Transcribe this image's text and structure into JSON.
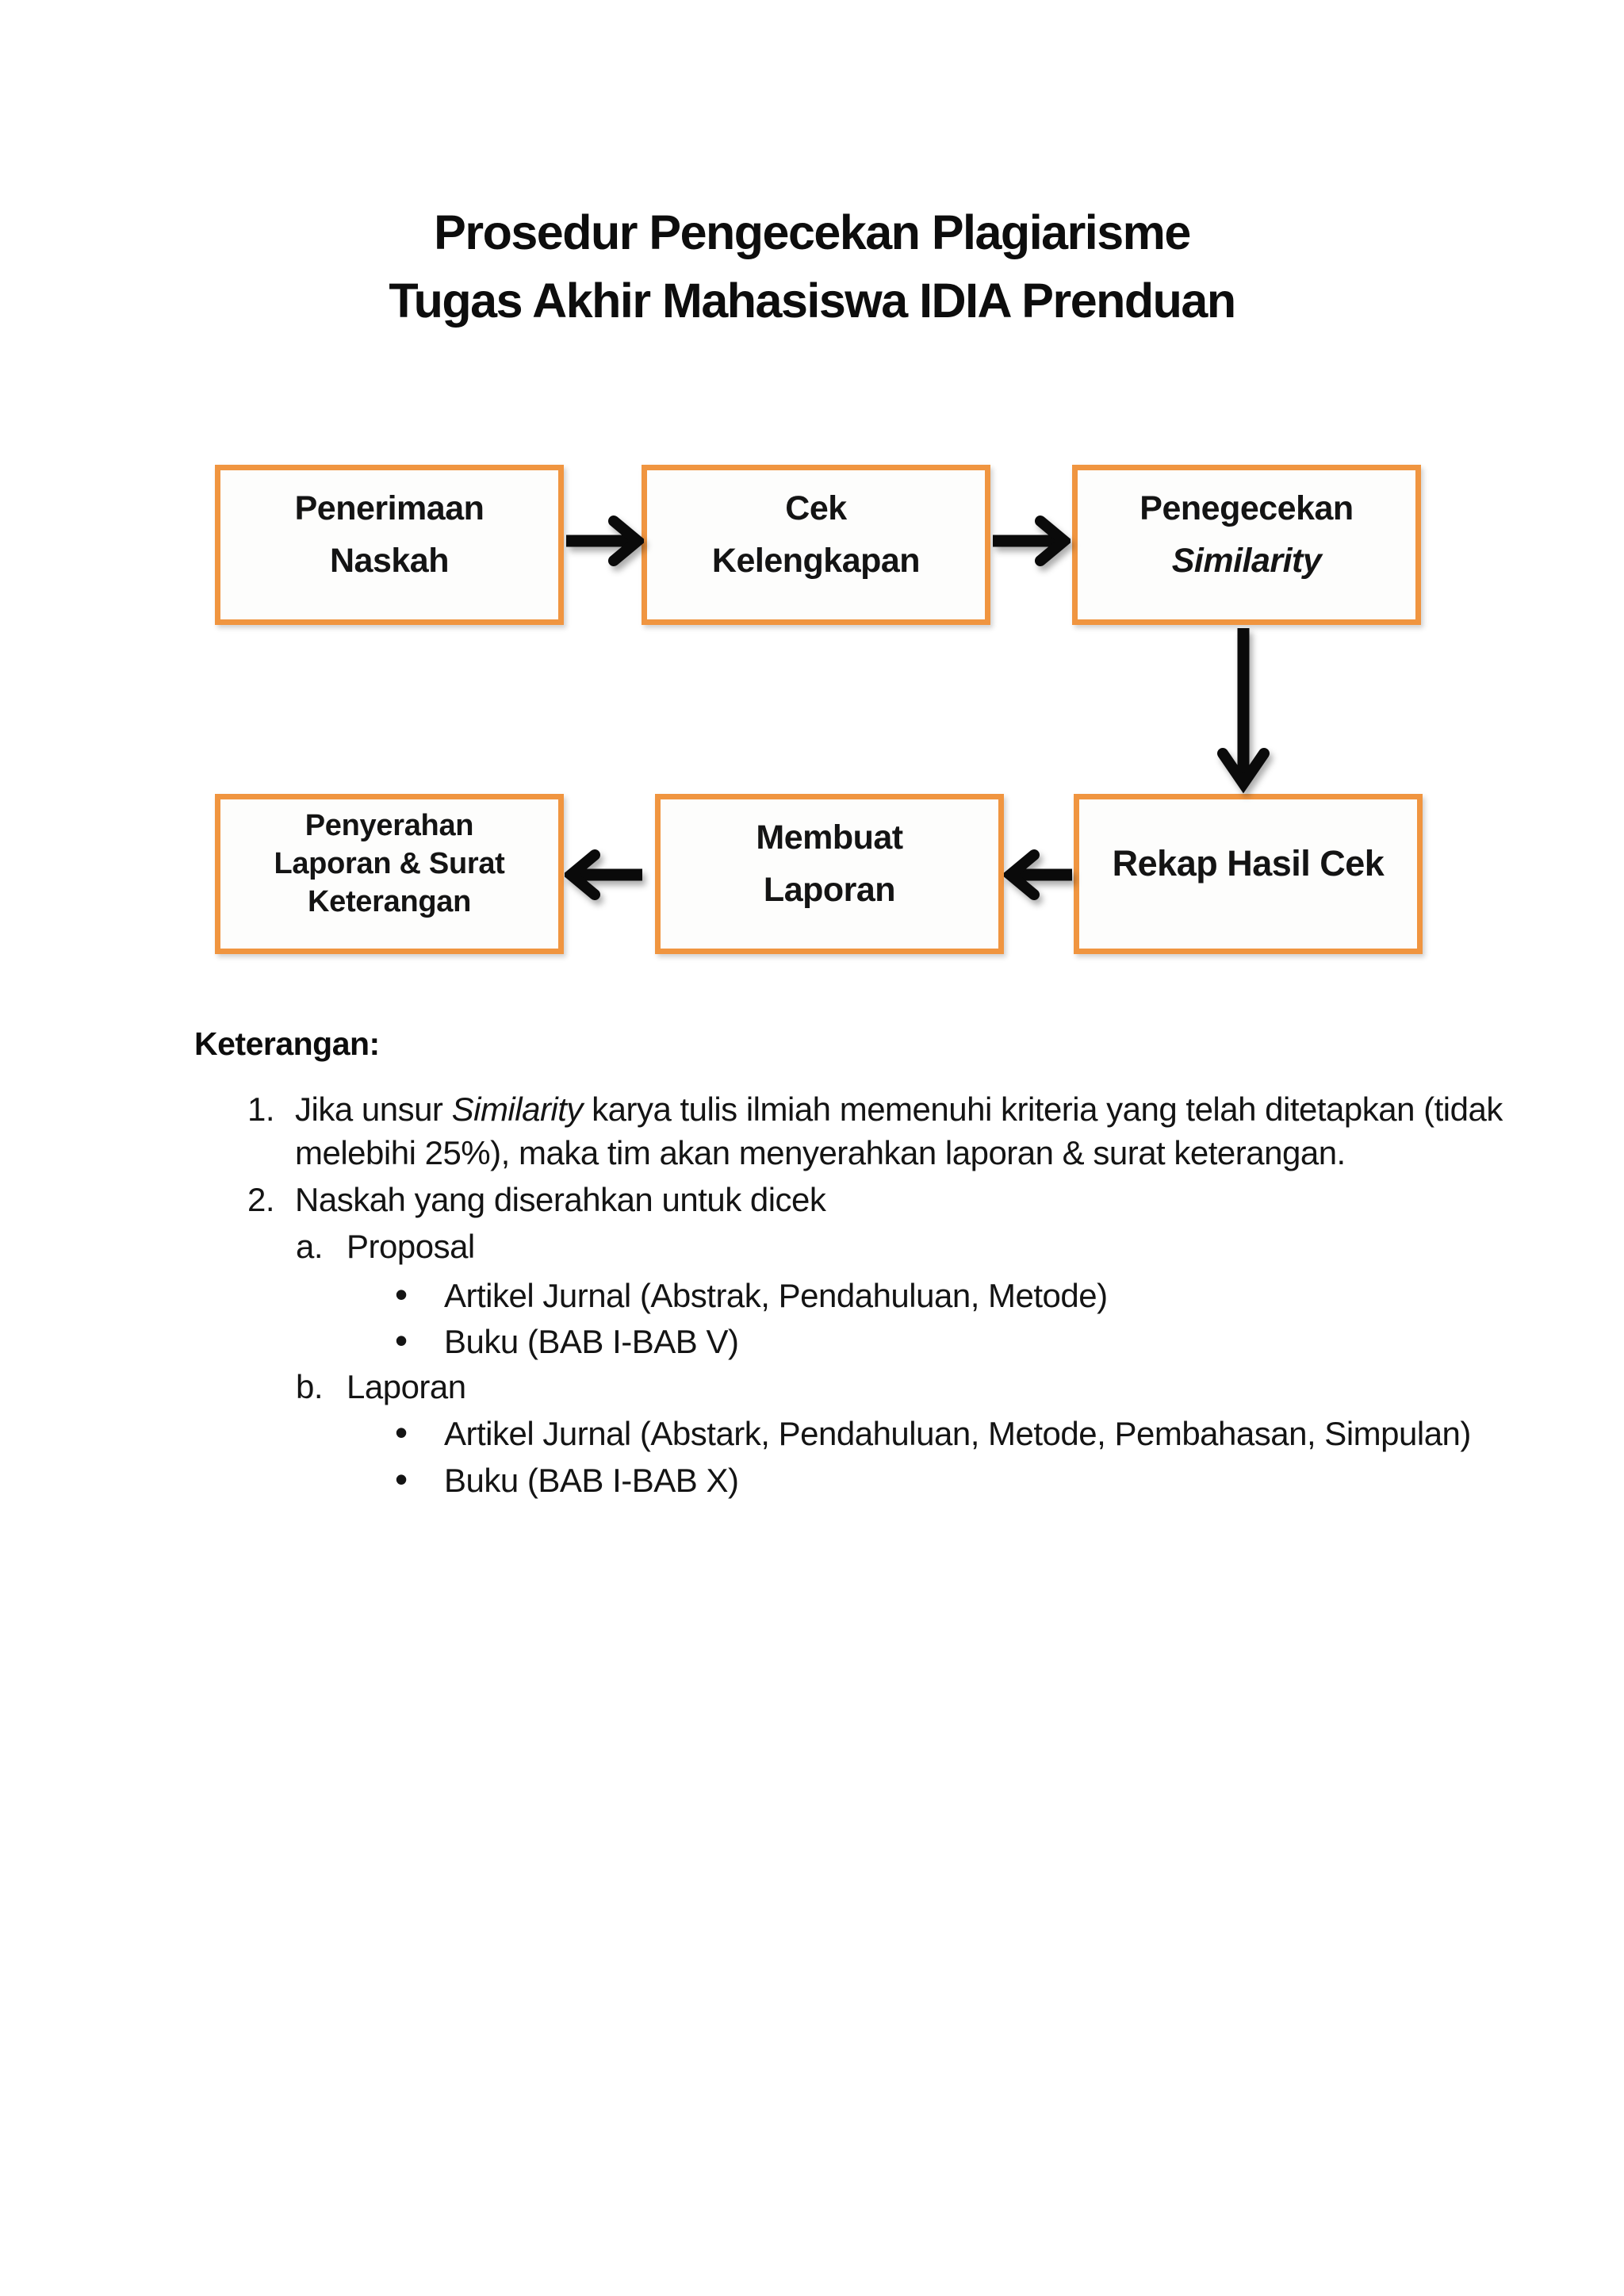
{
  "title": {
    "line1": "Prosedur Pengecekan Plagiarisme",
    "line2": "Tugas Akhir Mahasiswa IDIA Prenduan"
  },
  "colors": {
    "box_border_orange": "#F09540",
    "arrow_black": "#0A0A0A",
    "page_background": "#FFFFFF"
  },
  "flowchart": {
    "boxes": [
      {
        "lines": [
          "Penerimaan",
          "Naskah"
        ]
      },
      {
        "lines": [
          "Cek",
          "Kelengkapan"
        ]
      },
      {
        "lines": [
          "Penegecekan",
          "Similarity"
        ]
      },
      {
        "lines": [
          "Rekap Hasil Cek"
        ]
      },
      {
        "lines": [
          "Membuat",
          "Laporan"
        ]
      },
      {
        "lines": [
          "Penyerahan",
          "Laporan & Surat",
          "Keterangan"
        ]
      }
    ]
  },
  "notes": {
    "heading": "Keterangan:",
    "bullet_char": "•",
    "item1": {
      "marker": "1.",
      "seg1": "Jika unsur ",
      "seg2": "Similarity",
      "seg3": " karya tulis ilmiah memenuhi kriteria yang telah ditetapkan (tidak",
      "cont": "melebihi 25%), maka tim akan menyerahkan laporan & surat keterangan."
    },
    "item2": {
      "marker": "2.",
      "text": "Naskah yang diserahkan untuk dicek"
    },
    "sub_a": {
      "marker": "a.",
      "title": "Proposal",
      "bullet1": "Artikel Jurnal (Abstrak, Pendahuluan, Metode)",
      "bullet2": "Buku (BAB I-BAB V)"
    },
    "sub_b": {
      "marker": "b.",
      "title": "Laporan",
      "bullet1": "Artikel Jurnal (Abstark, Pendahuluan, Metode, Pembahasan, Simpulan)",
      "bullet2": "Buku (BAB I-BAB X)"
    }
  }
}
